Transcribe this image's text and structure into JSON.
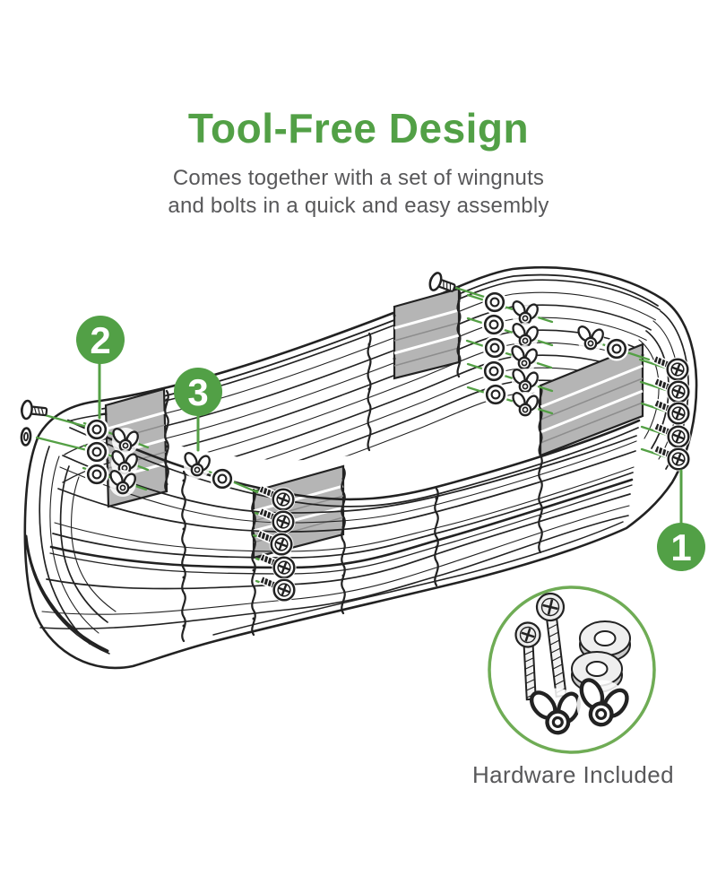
{
  "heading": {
    "title": "Tool-Free Design",
    "subtitle_line1": "Comes together with a set of wingnuts",
    "subtitle_line2": "and bolts in a quick and easy assembly"
  },
  "callouts": {
    "one": "1",
    "two": "2",
    "three": "3"
  },
  "badge": {
    "label": "Hardware Included"
  },
  "colors": {
    "brand_green": "#52A046",
    "badge_ring_green": "#6FAC55",
    "guide_line_green": "#54A045",
    "text_gray": "#58585A",
    "line_art": "#222222",
    "panel_gray": "#B5B5B5"
  },
  "icons": {
    "diagram_hardware": [
      "bolt-icon",
      "washer-icon",
      "wingnut-icon"
    ]
  }
}
